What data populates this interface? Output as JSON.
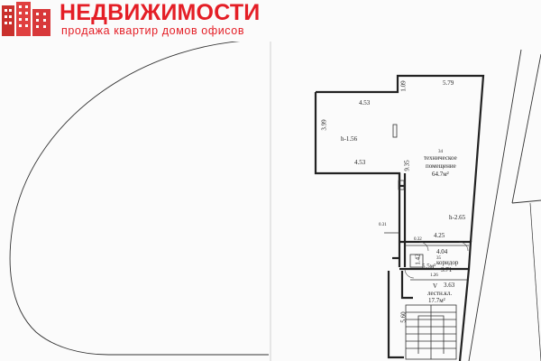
{
  "brand": {
    "name": "НЕДВИЖИМОСТИ",
    "tagline": "продажа квартир домов офисов"
  },
  "plan": {
    "dimensions": {
      "top_right_width": "5.79",
      "top_step_height": "1.09",
      "left_room_top_width": "4.53",
      "left_room_bottom_width": "4.53",
      "left_room_height": "3.99",
      "main_room_depth": "9.35",
      "lower_width": "4.25",
      "corridor_width": "4.04",
      "corridor_bottom_width": "3.71",
      "stair_width": "3.63",
      "stair_length": "5.60",
      "corridor_height": "1.42",
      "small_a": "0.32",
      "small_b": "0.31",
      "small_c": "1.26"
    },
    "heights": {
      "left_room": "h-1.56",
      "main_room": "h-2.65"
    },
    "rooms": [
      {
        "number": "34",
        "name_line1": "техническое",
        "name_line2": "помещение",
        "area": "64.7м²"
      },
      {
        "number": "35",
        "name_line1": "коридор",
        "area": "5.5м²"
      },
      {
        "number": "V",
        "name_line1": "лестн.кл.",
        "area": "17.7м²"
      }
    ]
  }
}
